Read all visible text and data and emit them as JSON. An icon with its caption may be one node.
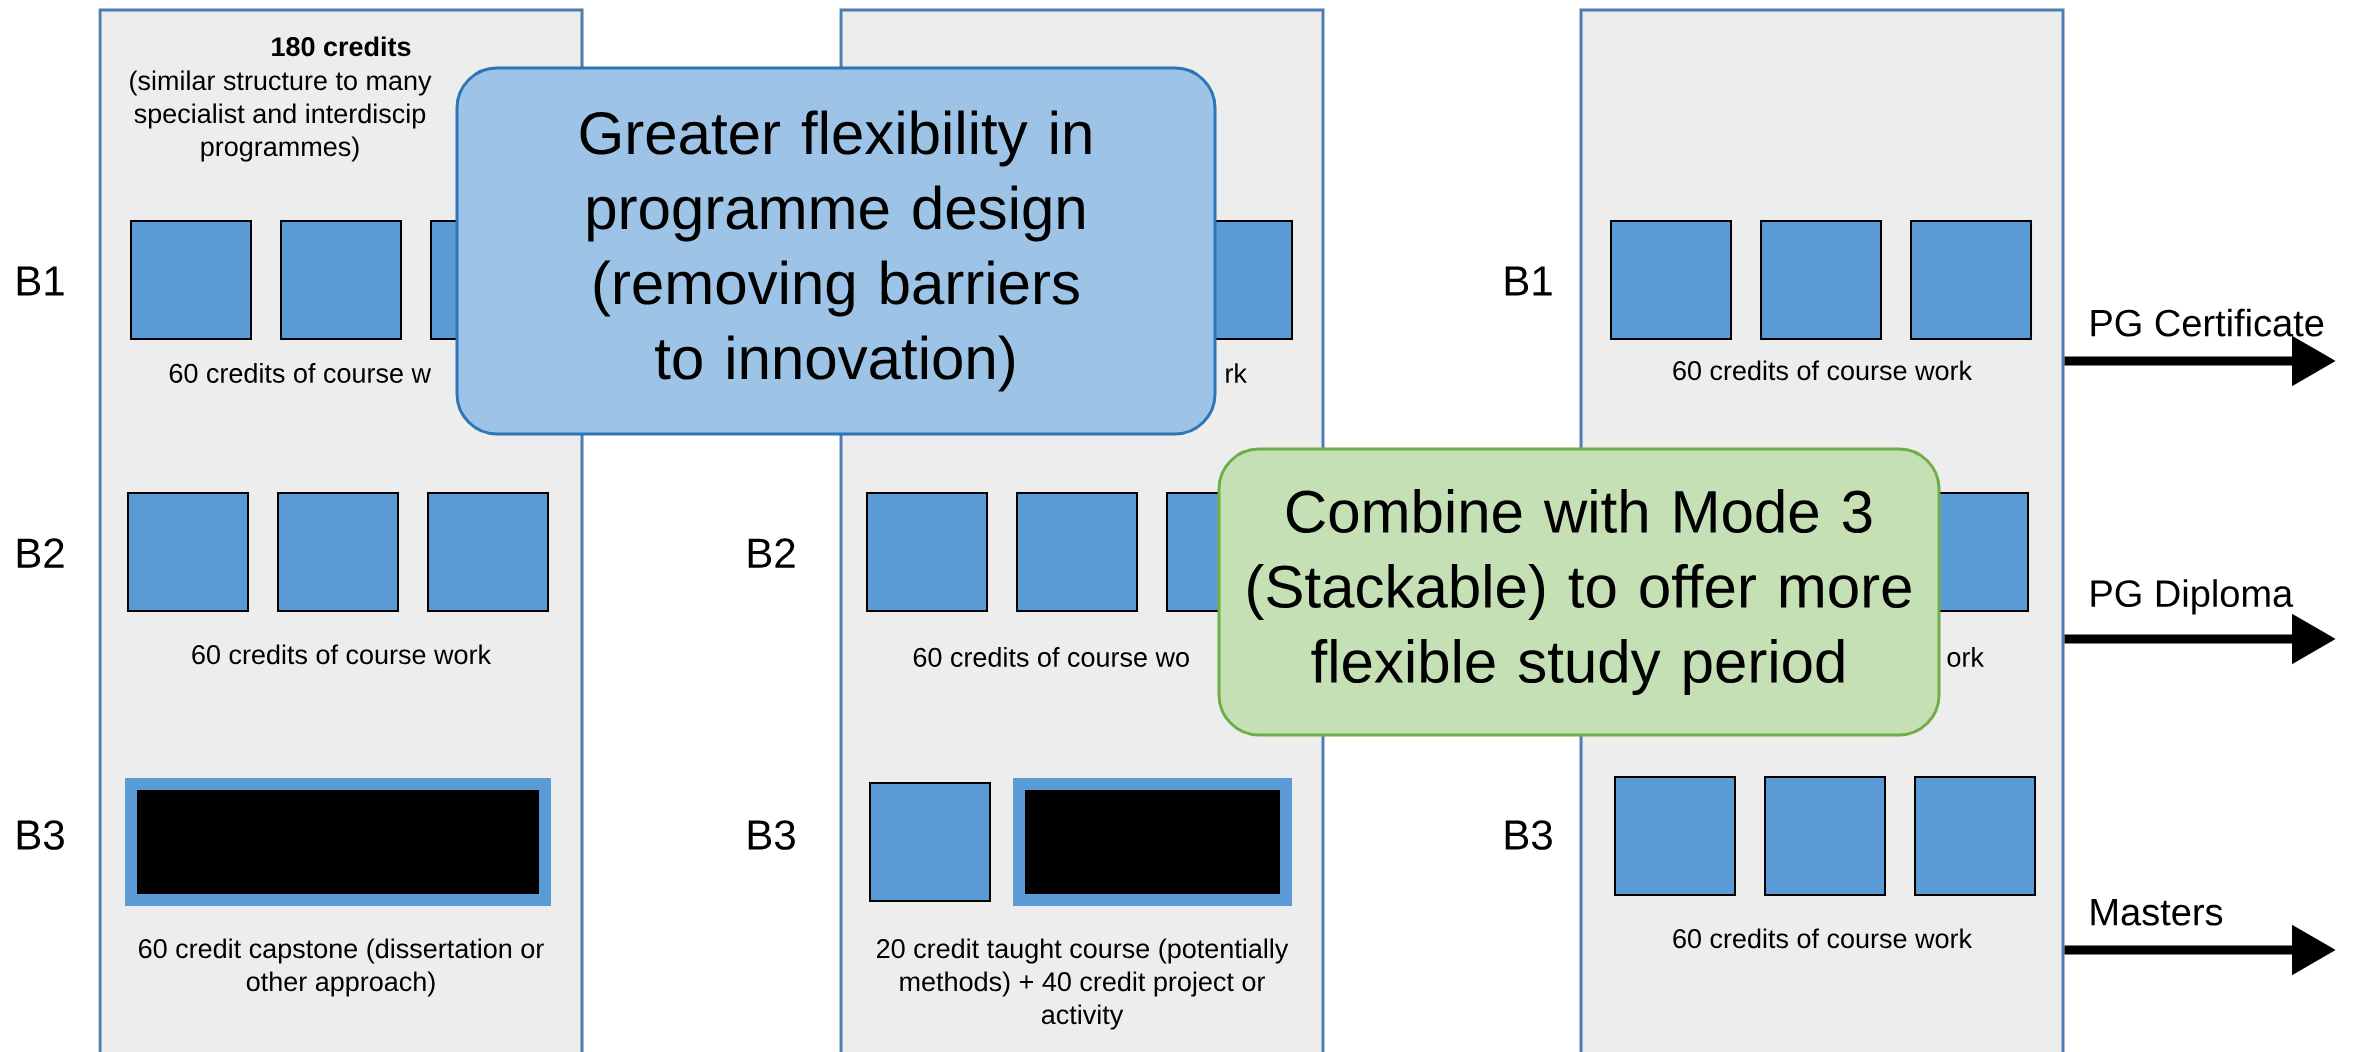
{
  "diagram": {
    "nodes": [
      {
        "text": [
          "180 credits",
          "(similar structure to many specialist and interdiscip programmes)",
          "60 credits of course w",
          "60 credits of course work",
          "60 credit capstone (dissertation or other approach)"
        ],
        "beside": [
          "B1",
          "B2",
          "B3"
        ]
      },
      {
        "text": [
          "rk",
          "60 credits of course wo",
          "20 credit taught course (potentially methods) + 40 credit project or activity"
        ],
        "beside": [
          "B2",
          "B3"
        ]
      },
      {
        "text": [
          "60 credits of course work",
          "ork",
          "60 credits of course work"
        ],
        "beside": [
          "B1",
          "B3"
        ]
      },
      {
        "text": [
          "Greater flexibility in programme design (removing barriers to innovation)"
        ]
      },
      {
        "text": [
          "Combine with Mode 3 (Stackable) to offer more flexible study period"
        ]
      }
    ],
    "edges": [
      {
        "from": 2,
        "to": null,
        "arrow": "to",
        "label": "PG Certificate"
      },
      {
        "from": 2,
        "to": null,
        "arrow": "to",
        "label": "PG Diploma"
      },
      {
        "from": 2,
        "to": null,
        "arrow": "to",
        "label": "Masters"
      }
    ]
  }
}
